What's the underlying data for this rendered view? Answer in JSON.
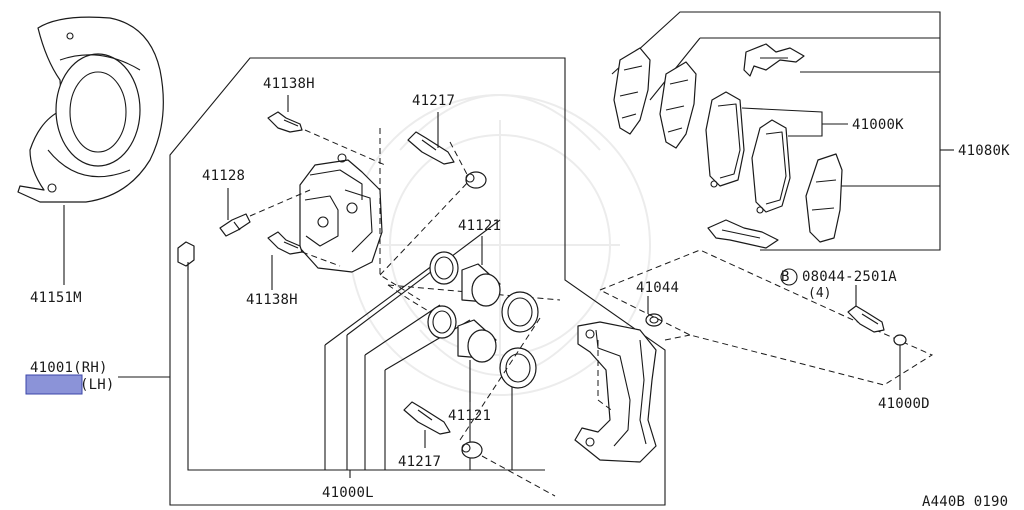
{
  "diagram": {
    "code": "A440B 0190",
    "bolt_symbol": "B",
    "labels": {
      "p41151M": "41151M",
      "p41001": "41001(RH)",
      "p41001_lh": "(LH)",
      "p41138H_top": "41138H",
      "p41128": "41128",
      "p41138H_bottom": "41138H",
      "p41217_top": "41217",
      "p41121_top": "41121",
      "p41121_bottom": "41121",
      "p41217_bottom": "41217",
      "p41000L": "41000L",
      "p41044": "41044",
      "p08044": "08044-2501A",
      "p08044_qty": "(4)",
      "p41000D": "41000D",
      "p41000K": "41000K",
      "p41080K": "41080K"
    }
  }
}
